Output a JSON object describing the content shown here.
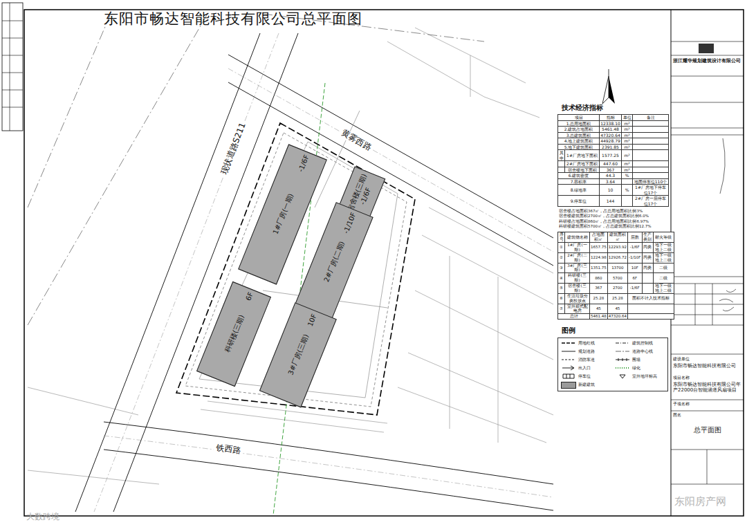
{
  "diagram": {
    "title": "东阳市畅达智能科技有限公司总平面图",
    "nodes": [
      {
        "text": [
          "1#厂房(一期)",
          "-1/6F"
        ]
      },
      {
        "text": [
          "宿舍楼(三期)",
          "-1/6F"
        ]
      },
      {
        "text": [
          "2#厂房(二期)",
          "-1/10F"
        ]
      },
      {
        "text": [
          "科研楼(三期)",
          "6F"
        ]
      },
      {
        "text": [
          "3#厂房(三期)",
          "10F"
        ]
      }
    ],
    "labels": [
      "现状道路S211",
      "黄雾西路",
      "铁西路",
      "东阳房产网",
      "大数跨境",
      "技术经济指标",
      "项目",
      "指标",
      "单位",
      "备注",
      "1.总用地面积",
      "12338.10",
      "m²",
      "2.建筑占地面积",
      "5461.48",
      "m²",
      "3.总建筑面积",
      "47320.64",
      "m²",
      "4.地上建筑面积",
      "44928.79",
      "m²",
      "5.地下建筑面积",
      "2391.85",
      "m²",
      "其中",
      "1#厂房地下面积",
      "1577.25",
      "m²",
      "2#厂房地下面积",
      "447.60",
      "m²",
      "宿舍楼地下面积",
      "367",
      "m²",
      "6.建筑密度",
      "44.3",
      "%",
      "7.容积率",
      "3.64",
      "地面停车位110个",
      "8.绿地率",
      "10",
      "%",
      "1#厂房地下停车位17个",
      "9.停车位",
      "144",
      "2#厂房一层停车位17个",
      "宿舍楼占地面积367㎡，占总用地面积比例3%",
      "宿舍楼建筑面积2700㎡，占总建筑面积比例6.0%",
      "科研楼占地面积860㎡，占总用地面积比例6.97%",
      "科研楼建筑面积5700㎡，占总建筑面积比例12.7%",
      "序号",
      "建筑物名称",
      "占地面积㎡",
      "建筑面积㎡",
      "层数",
      "生产类别",
      "耐火等级",
      "①",
      "1#厂房(一期)",
      "1657.75",
      "12293.92",
      "-1/6F",
      "丙类",
      "地下一级 地上二级",
      "②",
      "2#厂房(二期)",
      "1224.98",
      "12926.72",
      "-1/10F",
      "丙类",
      "地下一级 地上二级",
      "③",
      "3#厂房(三期)",
      "1351.75",
      "13700",
      "10F",
      "丙类",
      "二级",
      "④",
      "科研楼(三期)",
      "860",
      "5700",
      "6F",
      "二级",
      "⑤",
      "宿舍楼(三期)",
      "367",
      "2700",
      "-1/6F",
      "地下一级 地上二级",
      "⑥",
      "生活垃圾分类投放点",
      "25.28",
      "25.28",
      "面积不计入技术指标",
      "⑦",
      "室外箱式配电房",
      "45",
      "45",
      "总计",
      "5461.48",
      "47320.64",
      "图例",
      "浙江耀华规划建筑设计有限公司",
      "建设单位",
      "东阳市畅达智能科技有限公司",
      "项目名称",
      "东阳市畅达智能科技有限公司年产22000台智能涵道风扇项目",
      "子项名称",
      "图名",
      "总平面图"
    ],
    "legend": [
      {
        "text": "用地红线"
      },
      {
        "text": "建筑控制线"
      },
      {
        "text": "规划道路"
      },
      {
        "text": "道路中心线"
      },
      {
        "text": "消防车道"
      },
      {
        "text": "围墙"
      },
      {
        "text": "出入口"
      },
      {
        "text": "绿化"
      },
      {
        "text": "停车位"
      },
      {
        "text": "室外地坪标高"
      },
      {
        "text": "新建建筑",
        "color": "#9a9a9a"
      }
    ]
  }
}
